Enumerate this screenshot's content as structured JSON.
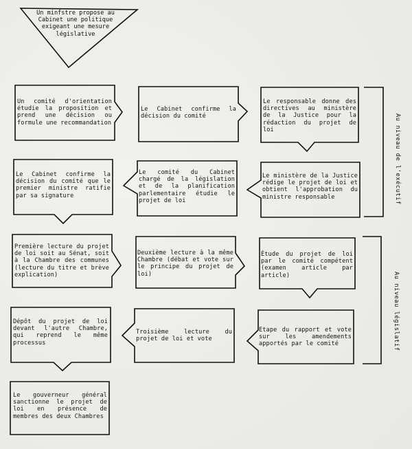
{
  "diagram": {
    "start": {
      "text": "Un minfstre propose au Cabinet une politique exigeant une mesure législative"
    },
    "steps": [
      {
        "id": "A",
        "text": "Un comité d'orientation étudie la proposition et prend une décision ou formule une recommandation"
      },
      {
        "id": "B",
        "text": "Le Cabinet confirme la décision du comité"
      },
      {
        "id": "C",
        "text": "Le responsable donne des directives au ministère de la Justice pour la rédaction du projet de loi"
      },
      {
        "id": "D",
        "text": "Le Cabinet confirme la décision du comité que le premier ministre ratifie par sa signature"
      },
      {
        "id": "E",
        "text": "Le comité du Cabinet chargé de la législation et de la planification parlementaire étudie le projet de loi"
      },
      {
        "id": "F",
        "text": "Le ministère de la Justice rédige le projet de loi et obtient l'approbation du ministre responsable"
      },
      {
        "id": "G",
        "text": "Première lecture du projet de loi soit au Sénat, soit à la Chambre des communes (lecture du titre et brève explication)"
      },
      {
        "id": "H",
        "text": "Deuxième lecture à la même Chambre (débat et vote sur le principe du projet de loi)"
      },
      {
        "id": "I",
        "text": "Étude du projet de loi par le comité compétent (examen article par article)"
      },
      {
        "id": "J",
        "text": "Dépôt du projet de loi devant l'autre Chambre, qui reprend le même processus"
      },
      {
        "id": "K",
        "text": "Troisième lecture du projet de loi et vote"
      },
      {
        "id": "L",
        "text": "Etape du rapport et vote sur les amendements apportés par le comité"
      },
      {
        "id": "M",
        "text": "Le gouverneur général sanctionne le projet de loi en présence de membres des deux Chambres"
      }
    ],
    "groups": [
      {
        "label": "Au niveau de l'exécutif"
      },
      {
        "label": "Au niveau législatif"
      }
    ],
    "colors": {
      "line": "#111111",
      "paper": "#ececea"
    }
  }
}
